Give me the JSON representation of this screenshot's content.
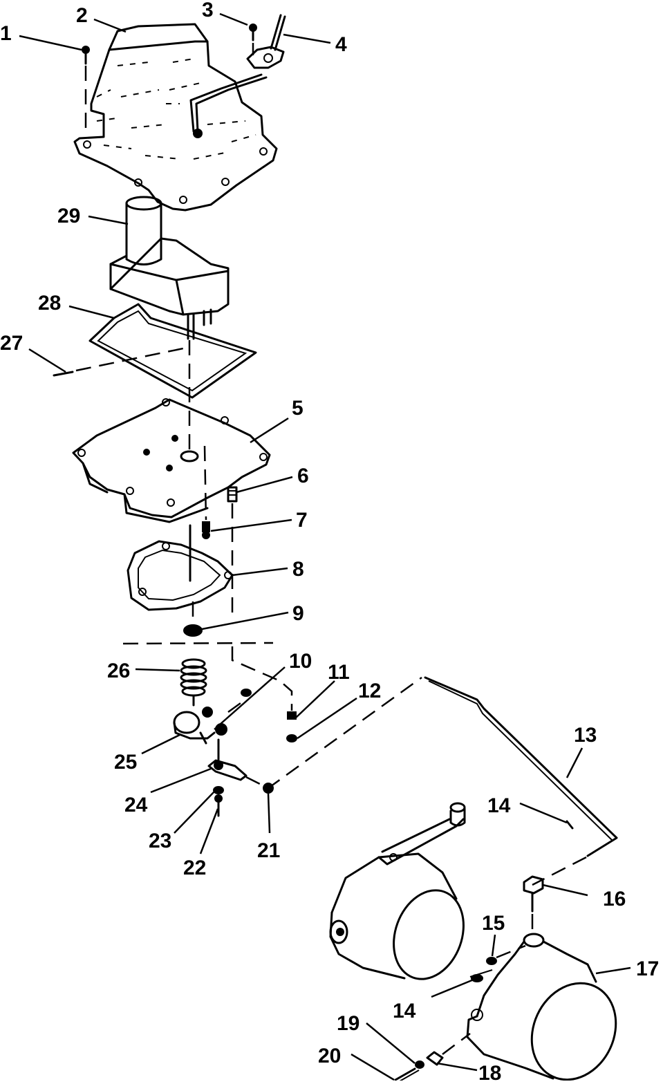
{
  "callouts": [
    "1",
    "2",
    "3",
    "4",
    "5",
    "6",
    "7",
    "8",
    "9",
    "10",
    "11",
    "12",
    "13",
    "14",
    "14",
    "15",
    "16",
    "17",
    "18",
    "19",
    "20",
    "21",
    "22",
    "23",
    "24",
    "25",
    "26",
    "27",
    "28",
    "29"
  ],
  "colors": {
    "ink": "#000000",
    "paper": "#ffffff"
  }
}
